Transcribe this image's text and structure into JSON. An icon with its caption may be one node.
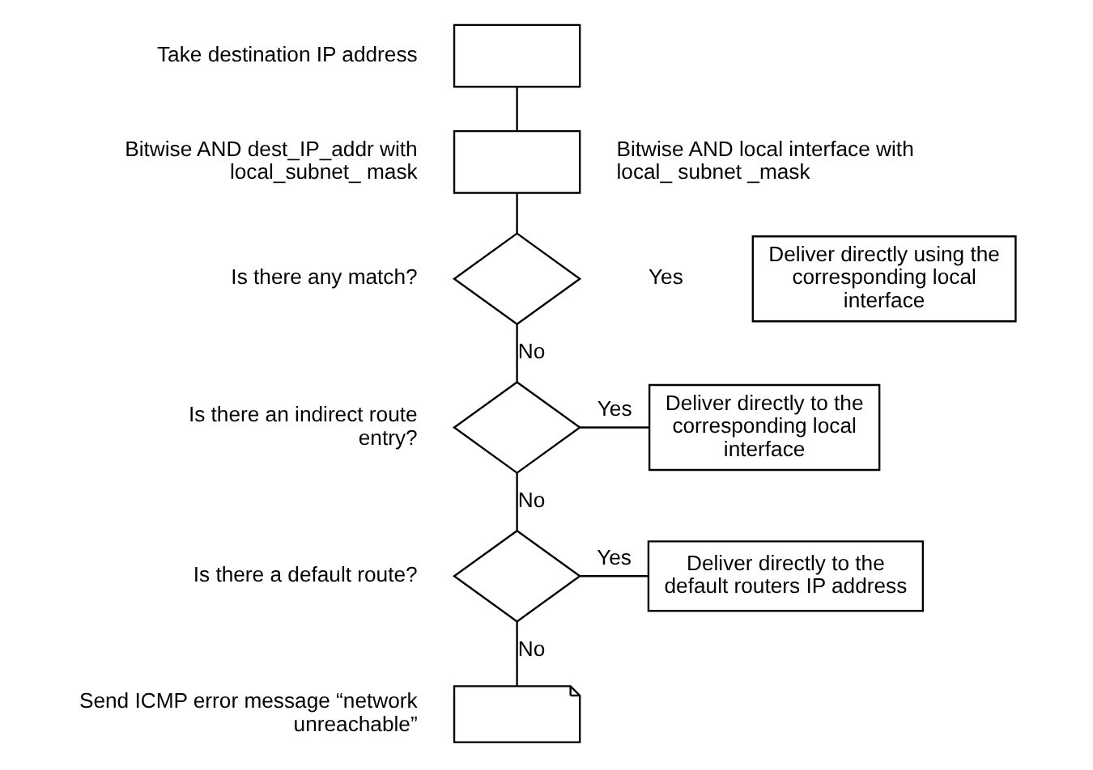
{
  "diagram": {
    "nodes": [
      {
        "text": [],
        "shape": "card",
        "beside": [
          "Take destination IP address"
        ]
      },
      {
        "text": [],
        "shape": "box",
        "beside": [
          "Bitwise AND dest_IP_addr with local_subnet_ mask",
          "Bitwise AND local interface with local_ subnet _mask"
        ]
      },
      {
        "text": [],
        "shape": "diamond",
        "beside": [
          "Is there any match?"
        ]
      },
      {
        "text": [
          "Deliver directly using the corresponding local interface"
        ]
      },
      {
        "text": [],
        "shape": "diamond",
        "beside": [
          "Is there an indirect route entry?"
        ]
      },
      {
        "text": [
          "Deliver directly to the corresponding local interface"
        ]
      },
      {
        "text": [],
        "shape": "diamond",
        "beside": [
          "Is there a default route?"
        ]
      },
      {
        "text": [
          "Deliver directly to the default routers IP address"
        ]
      },
      {
        "text": [],
        "shape": "document",
        "beside": [
          "Send ICMP error message “network unreachable”"
        ]
      }
    ],
    "edges": [
      {
        "from": 0,
        "to": 1,
        "arrow": "none"
      },
      {
        "from": 1,
        "to": 2,
        "arrow": "none"
      },
      {
        "from": 2,
        "to": 4,
        "arrow": "none",
        "label": "No"
      },
      {
        "from": 4,
        "to": 5,
        "arrow": "none",
        "label": "Yes"
      },
      {
        "from": 4,
        "to": 6,
        "arrow": "none",
        "label": "No"
      },
      {
        "from": 6,
        "to": 7,
        "arrow": "none",
        "label": "Yes"
      },
      {
        "from": 6,
        "to": 8,
        "arrow": "none",
        "label": "No"
      }
    ],
    "labels": [
      "Yes"
    ]
  }
}
